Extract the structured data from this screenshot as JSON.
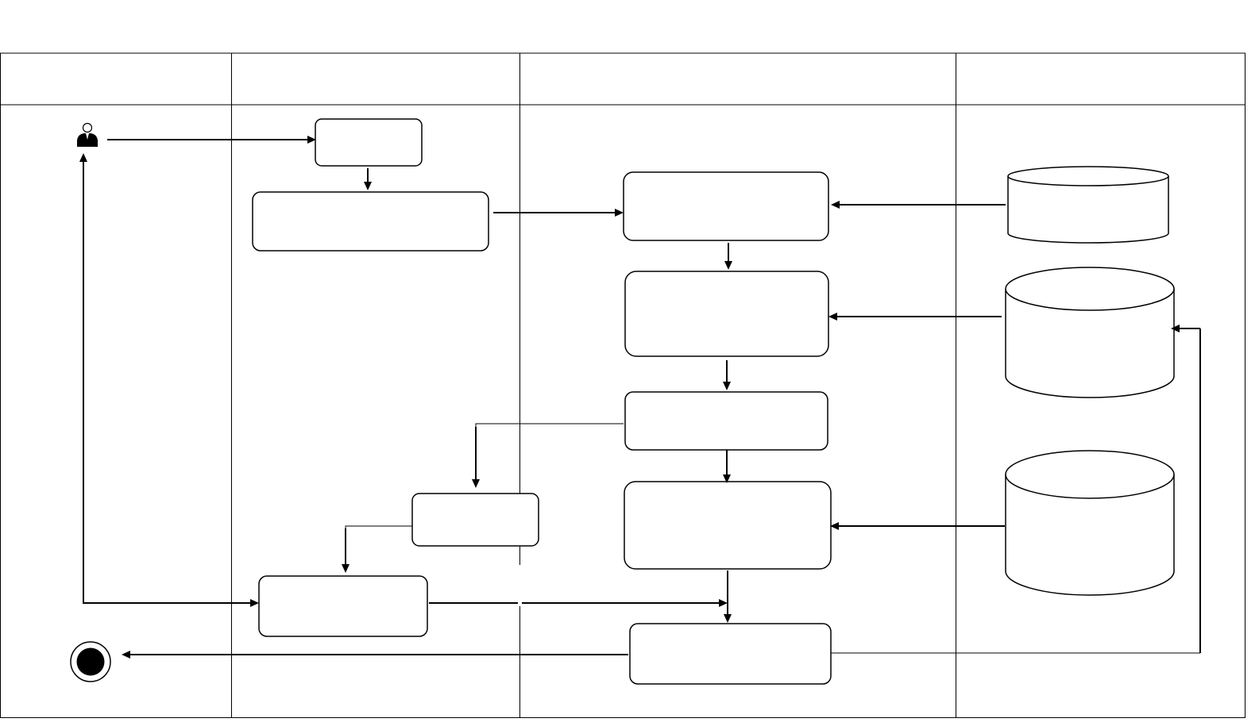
{
  "diagram": {
    "lanes": [
      {
        "id": "lane-1",
        "label": ""
      },
      {
        "id": "lane-2",
        "label": ""
      },
      {
        "id": "lane-3",
        "label": ""
      },
      {
        "id": "lane-4",
        "label": ""
      }
    ],
    "actor": {
      "label": ""
    },
    "nodes": {
      "n1": {
        "label": ""
      },
      "n2": {
        "label": ""
      },
      "n3": {
        "label": ""
      },
      "n4": {
        "label": ""
      },
      "n5": {
        "label": ""
      },
      "n6": {
        "label": ""
      },
      "n7": {
        "label": ""
      },
      "n8": {
        "label": ""
      },
      "n9": {
        "label": ""
      }
    },
    "datastores": {
      "db1": {
        "label": ""
      },
      "db2": {
        "label": ""
      },
      "db3": {
        "label": ""
      }
    },
    "end_state": {
      "label": ""
    }
  }
}
